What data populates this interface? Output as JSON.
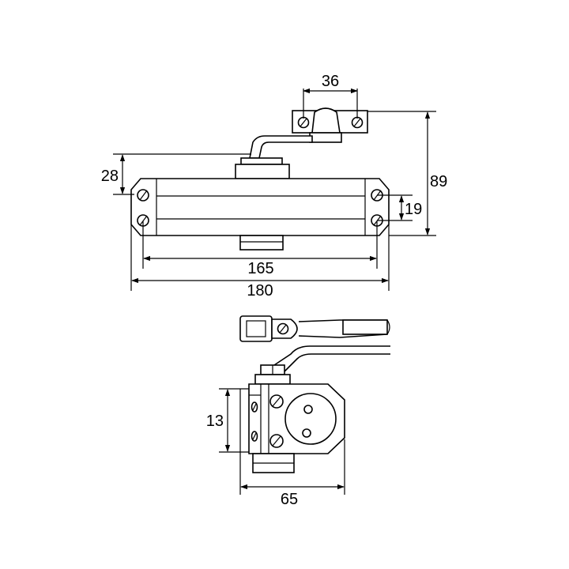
{
  "dimensions": {
    "arm_bracket_width": "36",
    "overall_height": "89",
    "arm_offset": "28",
    "mount_hole_spacing_v": "19",
    "mount_hole_spacing_h": "165",
    "overall_length": "180",
    "side_height": "13",
    "side_depth": "65"
  }
}
